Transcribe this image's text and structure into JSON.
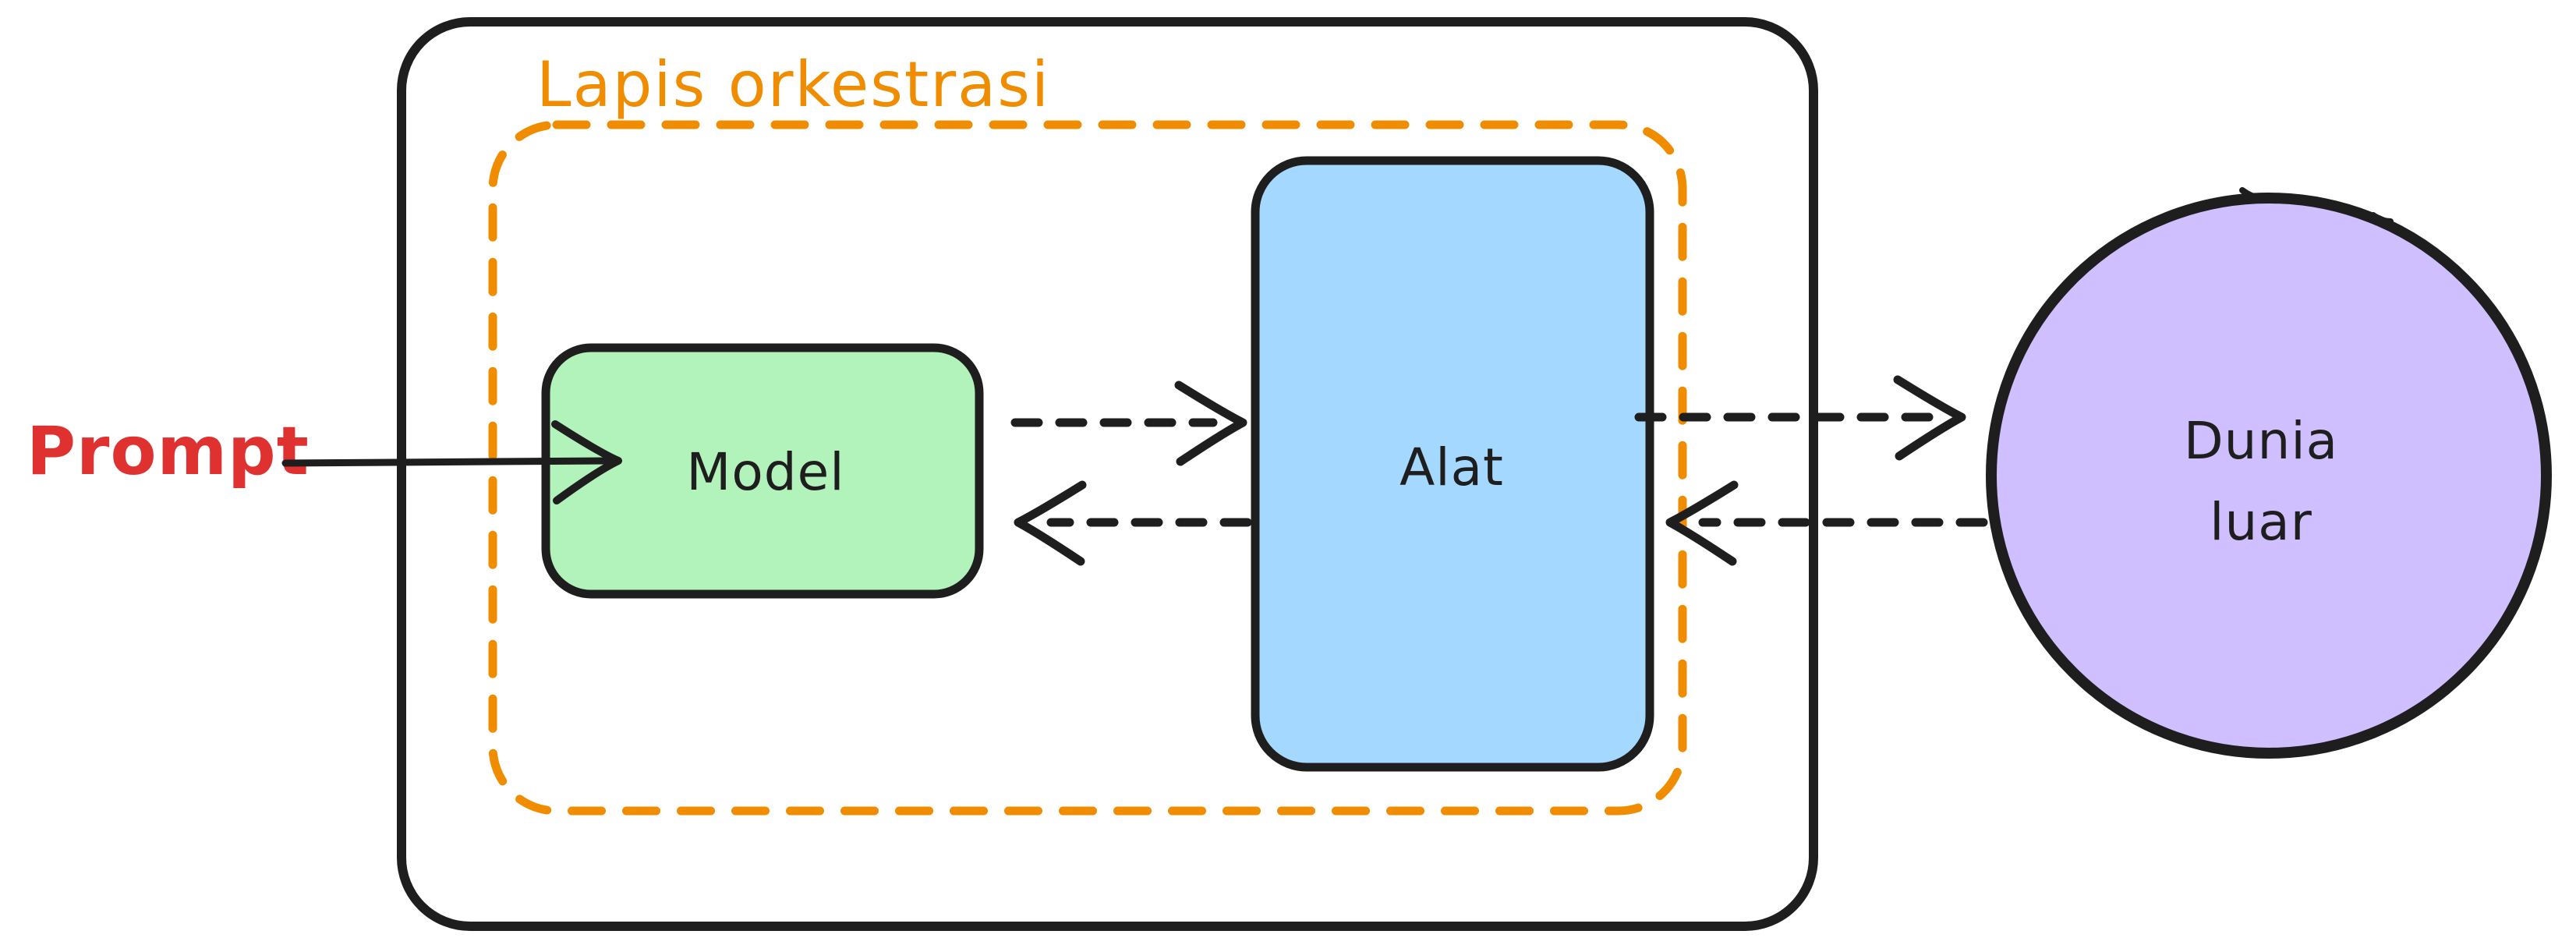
{
  "diagram": {
    "orchestration_label": "Lapis orkestrasi",
    "prompt_label": "Prompt",
    "model_label": "Model",
    "tool_label": "Alat",
    "world_label_line1": "Dunia",
    "world_label_line2": "luar",
    "colors": {
      "black_stroke": "#1e1e1e",
      "orange": "#f08c00",
      "red": "#e03131",
      "model_fill": "#b2f2bb",
      "tool_fill": "#a5d8ff",
      "world_fill": "#d0bfff",
      "background": "#ffffff"
    }
  }
}
